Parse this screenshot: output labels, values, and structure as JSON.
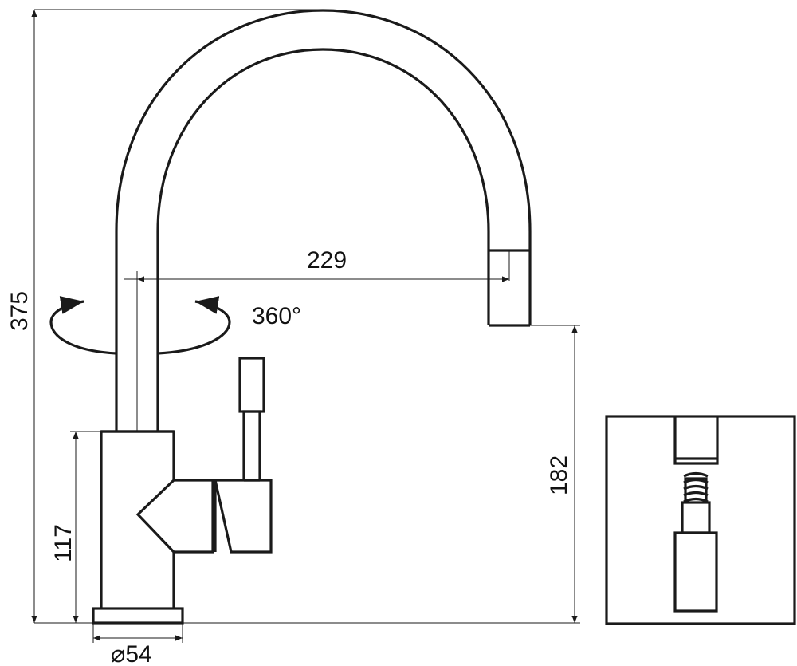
{
  "dimensions": {
    "total_height": "375",
    "spout_reach": "229",
    "rotation": "360°",
    "spout_clearance": "182",
    "body_height": "117",
    "base_diameter": "⌀54"
  },
  "colors": {
    "line": "#1a1a1a",
    "background": "#ffffff"
  }
}
